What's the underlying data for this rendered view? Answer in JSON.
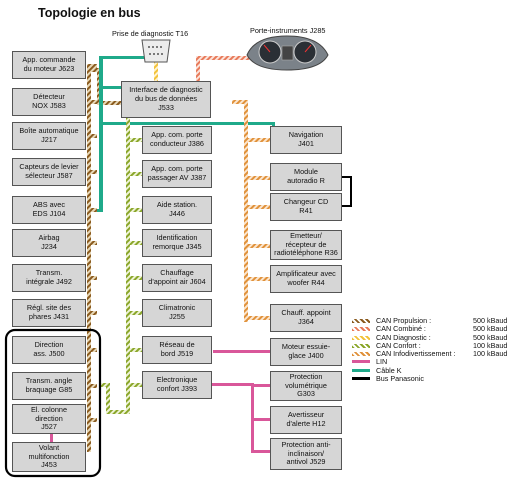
{
  "title": "Topologie en bus",
  "labels": {
    "diag_plug": "Prise de diagnostic T16",
    "cluster": "Porte-instruments J285"
  },
  "modules": {
    "j623": "App. commande\ndu moteur J623",
    "j583": "Détecteur\nNOX J583",
    "j217": "Boîte automatique\nJ217",
    "j587": "Capteurs de levier\nsélecteur J587",
    "j104": "ABS avec\nEDS J104",
    "j234": "Airbag\nJ234",
    "j492": "Transm.\nintégrale J492",
    "j431": "Régl. site des\nphares J431",
    "j500": "Direction\nass. J500",
    "g85": "Transm. angle\nbraquage G85",
    "j527": "El. colonne\ndirection\nJ527",
    "j453": "Volant\nmultifonction\nJ453",
    "j533": "Interface de diagnostic\ndu bus de données\nJ533",
    "j386": "App. com. porte\nconducteur J386",
    "j387": "App. com. porte\npassager AV J387",
    "j446": "Aide station.\nJ446",
    "j345": "Identification\nremorque J345",
    "j604": "Chauffage\nd'appoint air J604",
    "j255": "Climatronic\nJ255",
    "j519": "Réseau de\nbord J519",
    "j393": "Electronique\nconfort J393",
    "j401": "Navigation\nJ401",
    "r": "Module\nautoradio R",
    "r41": "Changeur CD\nR41",
    "r36": "Emetteur/\nrécepteur de\nradiotéléphone R36",
    "r44": "Amplificateur avec\nwoofer R44",
    "j364": "Chauff. appoint\nJ364",
    "j400": "Moteur essuie-\nglace J400",
    "g303": "Protection\nvolumétrique\nG303",
    "h12": "Avertisseur\nd'alerte H12",
    "j529": "Protection anti-\ninclinaison/\nantivol J529"
  },
  "legend": [
    {
      "name": "CAN Propulsion :",
      "rate": "500 kBaud",
      "color": "#8a5a1e",
      "icon": "hatched-line"
    },
    {
      "name": "CAN Combiné :",
      "rate": "500 kBaud",
      "color": "#e87a5a",
      "icon": "hatched-line"
    },
    {
      "name": "CAN Diagnostic :",
      "rate": "500 kBaud",
      "color": "#f2c23a",
      "icon": "hatched-line"
    },
    {
      "name": "CAN Confort :",
      "rate": "100 kBaud",
      "color": "#8aa62a",
      "icon": "hatched-line"
    },
    {
      "name": "CAN Infodivertissement :",
      "rate": "100 kBaud",
      "color": "#e0913a",
      "icon": "hatched-line"
    },
    {
      "name": "LIN",
      "rate": "",
      "color": "#d9579a",
      "icon": "solid-line"
    },
    {
      "name": "Câble K",
      "rate": "",
      "color": "#1faa8a",
      "icon": "solid-line"
    },
    {
      "name": "Bus Panasonic",
      "rate": "",
      "color": "#000000",
      "icon": "solid-line"
    }
  ],
  "colors": {
    "propulsion": "#8a5a1e",
    "combine": "#e87a5a",
    "diagnostic": "#f2c23a",
    "confort": "#8aa62a",
    "info": "#e0913a",
    "lin": "#d9579a",
    "cable_k": "#1faa8a",
    "panasonic": "#000000",
    "box_fill": "#d6d6d6"
  }
}
